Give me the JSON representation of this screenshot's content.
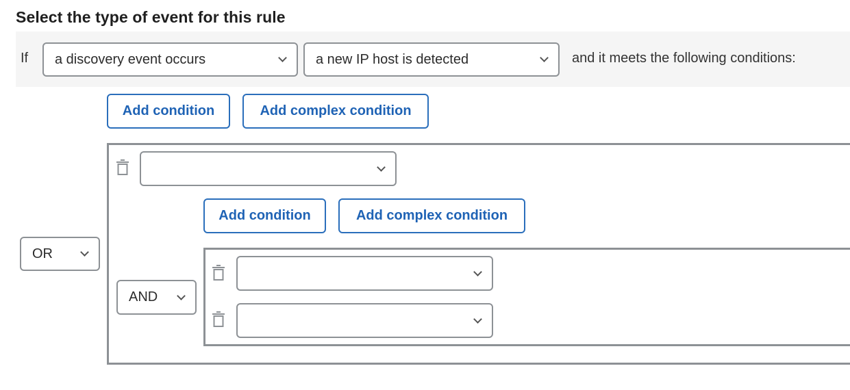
{
  "header": {
    "title": "Select the type of event for this rule"
  },
  "event_row": {
    "if_label": "If",
    "event_select": "a discovery event occurs",
    "subtype_select": "a new IP host is detected",
    "conditions_label": "and it meets the following conditions:"
  },
  "top_buttons": {
    "add_condition": "Add condition",
    "add_complex": "Add complex condition"
  },
  "outer_group": {
    "operator": "OR",
    "condition_1_value": "",
    "inner_buttons": {
      "add_condition": "Add condition",
      "add_complex": "Add complex condition"
    },
    "inner_group": {
      "operator": "AND",
      "condition_1_value": "",
      "condition_2_value": ""
    }
  },
  "icons": {
    "trash": "trash-icon",
    "chevron": "chevron-down-icon"
  }
}
